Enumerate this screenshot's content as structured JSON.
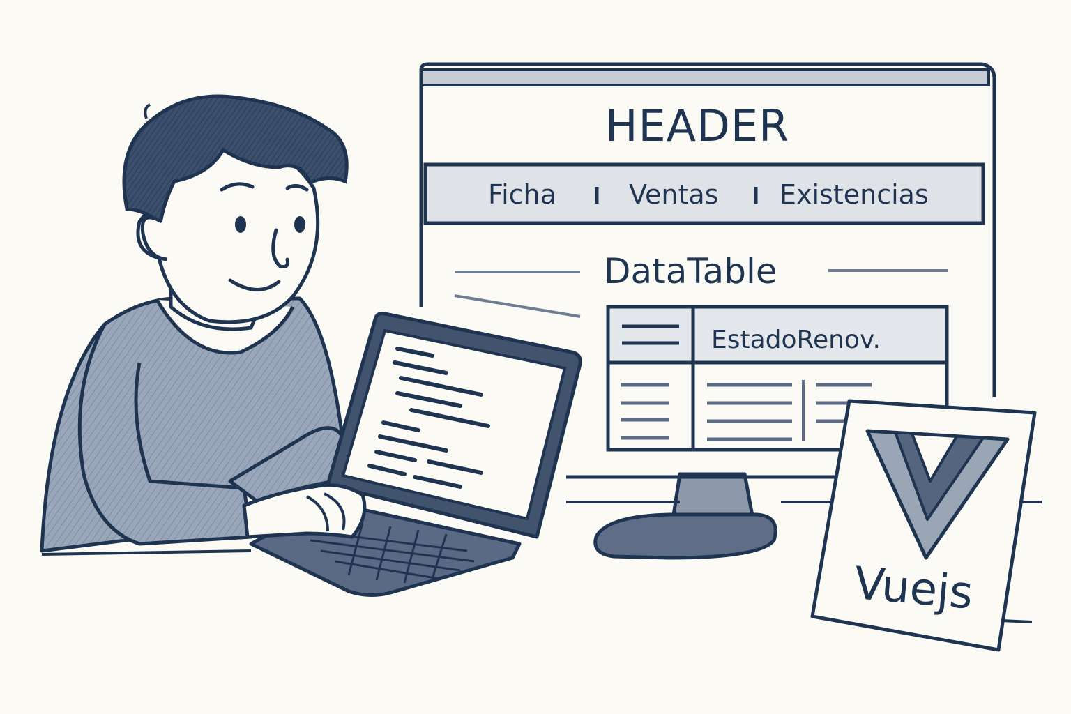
{
  "monitor": {
    "header_title": "HEADER",
    "tabs": [
      {
        "label": "Ficha"
      },
      {
        "label": "Ventas"
      },
      {
        "label": "Existencias"
      }
    ],
    "table_title": "DataTable",
    "column_header": "EstadoRenov."
  },
  "logo": {
    "icon": "vue-logo-icon",
    "label": "Vuejs"
  },
  "colors": {
    "ink": "#1f3450",
    "light_fill": "#dfe3e8",
    "mid_fill": "#9aa6b6",
    "sweater": "#8e9ab0",
    "paper": "#fbfaf5"
  }
}
